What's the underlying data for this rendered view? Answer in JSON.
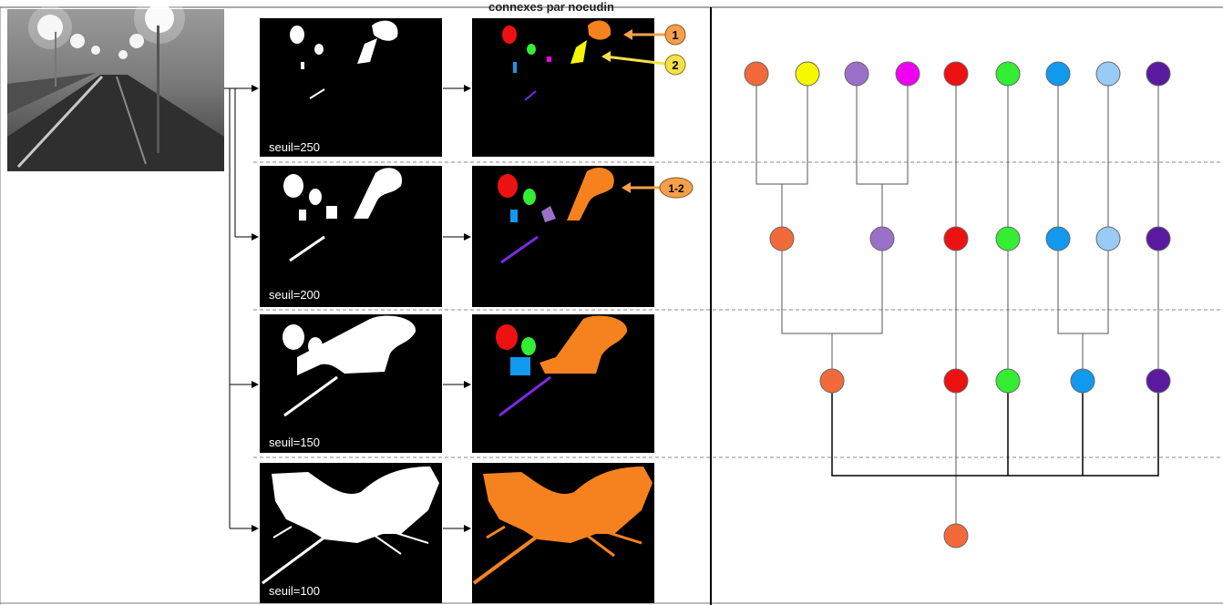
{
  "header_text": "connexes par noeudin",
  "thresholds": [
    {
      "label": "seuil=250"
    },
    {
      "label": "seuil=200"
    },
    {
      "label": "seuil=150"
    },
    {
      "label": "seuil=100"
    }
  ],
  "callouts": [
    {
      "text": "1",
      "color": "#f5a04a"
    },
    {
      "text": "2",
      "color": "#f5e04a"
    },
    {
      "text": "1-2",
      "color": "#f5a04a"
    }
  ],
  "palette": {
    "orange": "#f26a3a",
    "yellow": "#f7f700",
    "purple": "#9a70c8",
    "magenta": "#f000f0",
    "red": "#ee1111",
    "green": "#33ee33",
    "blue": "#1199ee",
    "lightblue": "#99ccf5",
    "violet": "#5a1aa0",
    "blob_orange": "#f5821f"
  },
  "tree": {
    "levels": [
      [
        "orange",
        "yellow",
        "purple",
        "magenta",
        "red",
        "green",
        "blue",
        "lightblue",
        "violet"
      ],
      [
        "orange",
        "purple",
        "red",
        "green",
        "blue",
        "lightblue",
        "violet"
      ],
      [
        "orange",
        "red",
        "green",
        "blue",
        "violet"
      ],
      [
        "orange"
      ]
    ]
  }
}
